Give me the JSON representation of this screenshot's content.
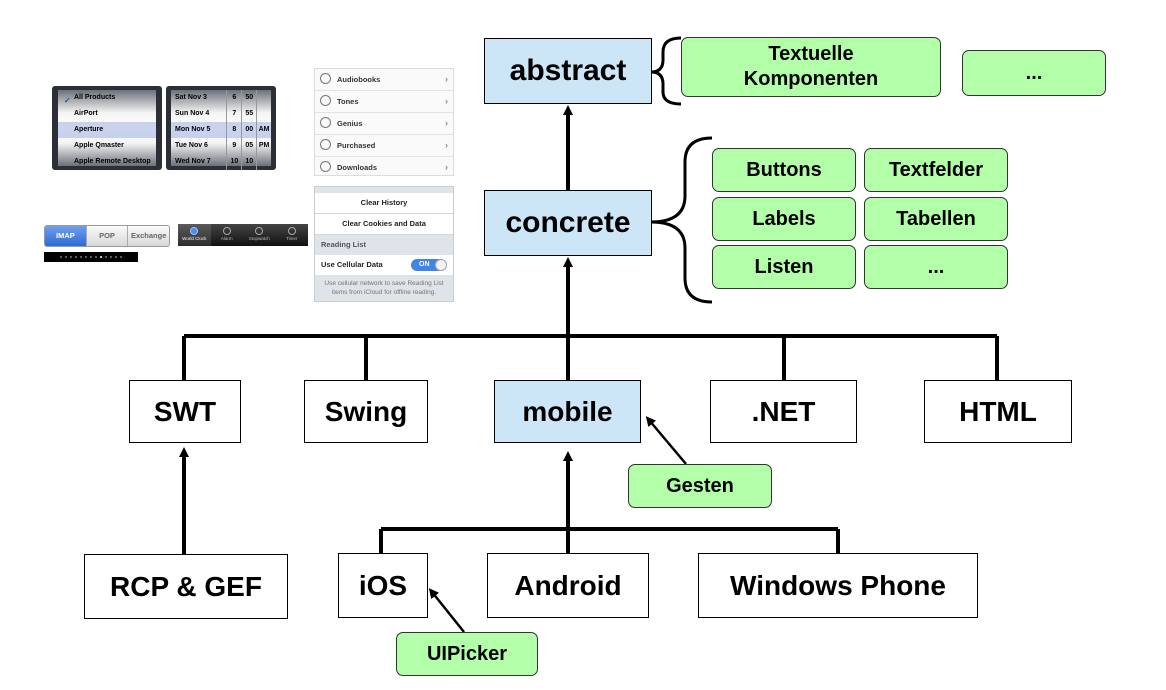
{
  "hierarchy": {
    "abstract": "abstract",
    "concrete": "concrete"
  },
  "abstract_examples": [
    "Textuelle Komponenten",
    "..."
  ],
  "concrete_examples": [
    "Buttons",
    "Textfelder",
    "Labels",
    "Tabellen",
    "Listen",
    "..."
  ],
  "frameworks": [
    "SWT",
    "Swing",
    "mobile",
    ".NET",
    "HTML"
  ],
  "subframeworks": {
    "rcp": "RCP & GEF",
    "ios": "iOS",
    "android": "Android",
    "windows_phone": "Windows Phone"
  },
  "annotations": {
    "gesten": "Gesten",
    "uipicker": "UIPicker"
  },
  "colors": {
    "abstract_fill": "#cce6f7",
    "example_fill": "#b3ffa9"
  },
  "screenshots": {
    "list_picker": {
      "items": [
        "All Products",
        "AirPort",
        "Aperture",
        "Apple Qmaster",
        "Apple Remote Desktop"
      ],
      "selected": "Aperture"
    },
    "date_picker": {
      "rows": [
        {
          "day": "Sat",
          "date": "Nov 3",
          "hour": "6",
          "min": "50",
          "ampm": ""
        },
        {
          "day": "Sun",
          "date": "Nov 4",
          "hour": "7",
          "min": "55",
          "ampm": ""
        },
        {
          "day": "Mon",
          "date": "Nov 5",
          "hour": "8",
          "min": "00",
          "ampm": "AM"
        },
        {
          "day": "Tue",
          "date": "Nov 6",
          "hour": "9",
          "min": "05",
          "ampm": "PM"
        },
        {
          "day": "Wed",
          "date": "Nov 7",
          "hour": "10",
          "min": "10",
          "ampm": ""
        }
      ]
    },
    "settings_list": [
      "Audiobooks",
      "Tones",
      "Genius",
      "Purchased",
      "Downloads"
    ],
    "safari_settings": {
      "clear_history": "Clear History",
      "clear_cookies": "Clear Cookies and Data",
      "section": "Reading List",
      "toggle_label": "Use Cellular Data",
      "toggle_value": "ON",
      "note": "Use cellular network to save Reading List items from iCloud for offline reading."
    },
    "segmented": [
      "IMAP",
      "POP",
      "Exchange"
    ],
    "tabbar": [
      "World Clock",
      "Alarm",
      "Stopwatch",
      "Timer"
    ]
  }
}
